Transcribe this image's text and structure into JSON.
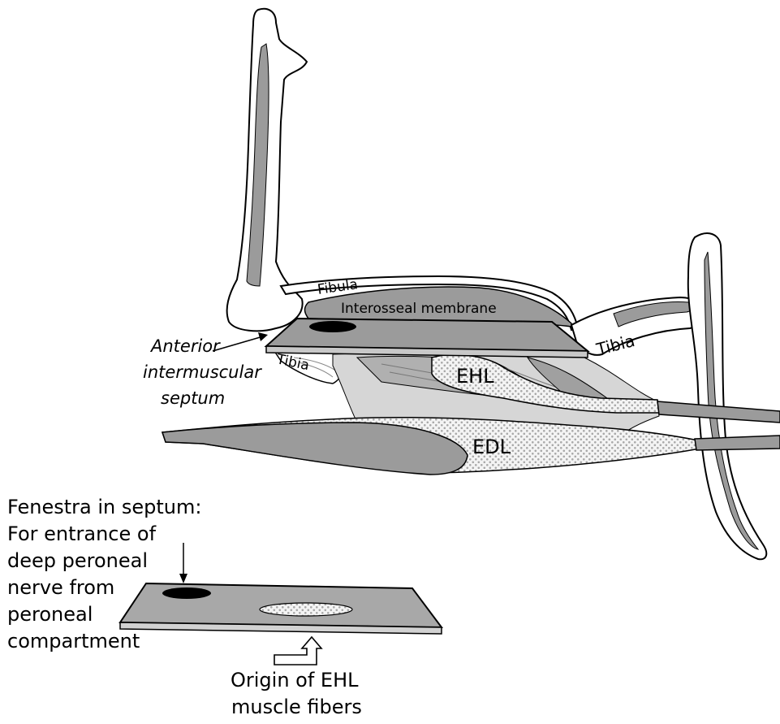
{
  "figure": {
    "labels": {
      "fibula": "Fibula",
      "interosseal_membrane": "Interosseal membrane",
      "tibia_upper": "Tibia",
      "tibia_lower": "Tibia",
      "ehl": "EHL",
      "edl": "EDL",
      "anterior_septum": [
        "Anterior",
        "intermuscular",
        "septum"
      ]
    },
    "fenestra_caption": [
      "Fenestra in septum:",
      "For entrance of",
      "deep peroneal",
      "nerve from",
      "peroneal",
      "compartment"
    ],
    "origin_caption": [
      "Origin of EHL",
      "muscle fibers"
    ]
  }
}
